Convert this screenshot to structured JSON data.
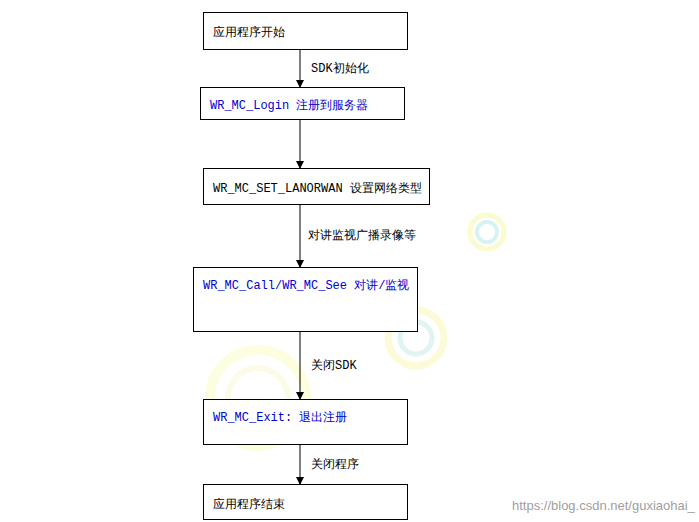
{
  "diagram": {
    "nodes": [
      {
        "text": [
          "应用程序开始"
        ]
      },
      {
        "text": [
          "WR_MC_Login 注册到服务器"
        ]
      },
      {
        "text": [
          "WR_MC_SET_LANORWAN 设置网络类型"
        ]
      },
      {
        "text": [
          "WR_MC_Call/WR_MC_See 对讲/监视"
        ]
      },
      {
        "text": [
          "WR_MC_Exit: 退出注册"
        ]
      },
      {
        "text": [
          "应用程序结束"
        ]
      }
    ],
    "edges": [
      {
        "from": 0,
        "to": 1,
        "label": "SDK初始化",
        "arrow": "to"
      },
      {
        "from": 1,
        "to": 2,
        "arrow": "to"
      },
      {
        "from": 2,
        "to": 3,
        "label": "对讲监视广播录像等",
        "arrow": "to"
      },
      {
        "from": 3,
        "to": 4,
        "label": "关闭SDK",
        "arrow": "to"
      },
      {
        "from": 4,
        "to": 5,
        "label": "关闭程序",
        "arrow": "to"
      }
    ],
    "labels": [
      "https://blog.csdn.net/guxiaohai_"
    ]
  }
}
